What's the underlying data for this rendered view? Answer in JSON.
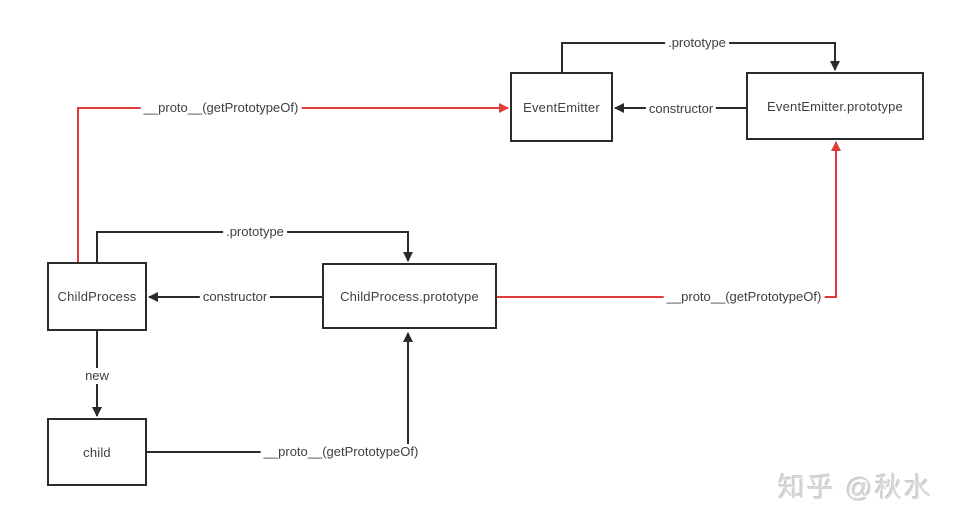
{
  "diagram": {
    "title_hint": "JavaScript prototype chain of ChildProcess / EventEmitter",
    "colors": {
      "ink": "#2b2b2b",
      "hl": "#e03c3c",
      "text": "#404040"
    },
    "nodes": {
      "event_emitter": {
        "label": "EventEmitter"
      },
      "event_emitter_prototype": {
        "label": "EventEmitter.prototype"
      },
      "child_process": {
        "label": "ChildProcess"
      },
      "child_process_prototype": {
        "label": "ChildProcess.prototype"
      },
      "child": {
        "label": "child"
      }
    },
    "edges": {
      "ee_prototype": {
        "label": ".prototype",
        "from": "event_emitter",
        "to": "event_emitter_prototype",
        "color": "black"
      },
      "ee_constructor": {
        "label": "constructor",
        "from": "event_emitter_prototype",
        "to": "event_emitter",
        "color": "black"
      },
      "cp_prototype": {
        "label": ".prototype",
        "from": "child_process",
        "to": "child_process_prototype",
        "color": "black"
      },
      "cp_constructor": {
        "label": "constructor",
        "from": "child_process_prototype",
        "to": "child_process",
        "color": "black"
      },
      "new_edge": {
        "label": "new",
        "from": "child_process",
        "to": "child",
        "color": "black"
      },
      "child_proto": {
        "label": "__proto__(getPrototypeOf)",
        "from": "child",
        "to": "child_process_prototype",
        "color": "black"
      },
      "cp_to_ee": {
        "label": "__proto__(getPrototypeOf)",
        "from": "child_process",
        "to": "event_emitter",
        "color": "red"
      },
      "cpp_to_eep": {
        "label": "__proto__(getPrototypeOf)",
        "from": "child_process_prototype",
        "to": "event_emitter_prototype",
        "color": "red"
      }
    }
  },
  "watermark": {
    "text": "知乎 @秋水"
  }
}
